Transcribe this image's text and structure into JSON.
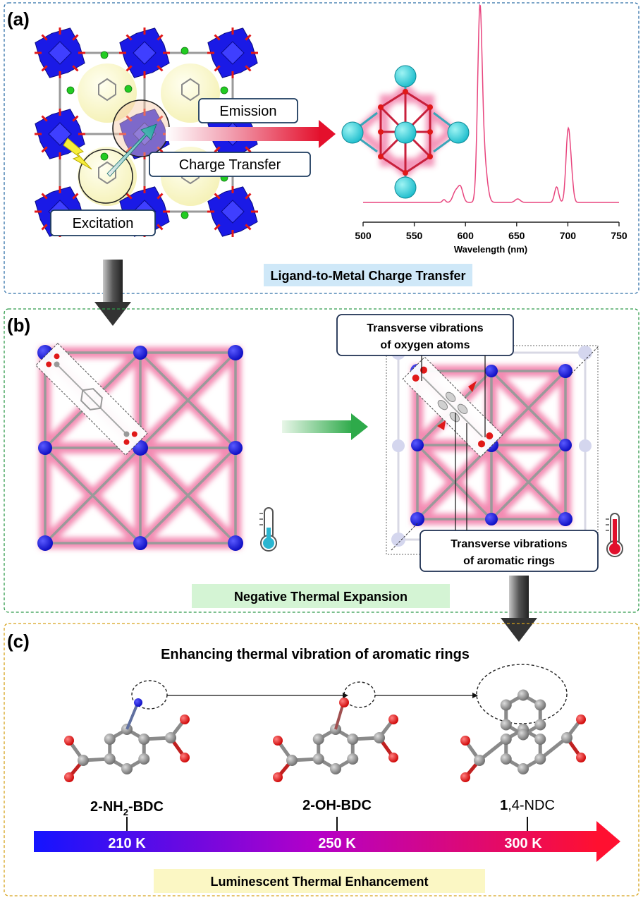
{
  "panel_a": {
    "label": "(a)",
    "emission_label": "Emission",
    "charge_transfer_label": "Charge Transfer",
    "excitation_label": "Excitation",
    "caption": "Ligand-to-Metal Charge Transfer",
    "spectrum": {
      "xlabel": "Wavelength (nm)",
      "xticks": [
        "500",
        "550",
        "600",
        "650",
        "700",
        "750"
      ],
      "xlim": [
        500,
        750
      ],
      "line_color": "#e8457e"
    }
  },
  "panel_b": {
    "label": "(b)",
    "callout_oxygen_line1": "Transverse vibrations",
    "callout_oxygen_line2": "of  oxygen atoms",
    "callout_rings_line1": "Transverse vibrations",
    "callout_rings_line2": "of aromatic rings",
    "caption": "Negative Thermal Expansion"
  },
  "panel_c": {
    "label": "(c)",
    "heading": "Enhancing thermal vibration of aromatic rings",
    "molecule_1_prefix": "2-NH",
    "molecule_1_sub": "2",
    "molecule_1_suffix": "-BDC",
    "molecule_2": "2-OH-BDC",
    "molecule_3_bold": "1",
    "molecule_3_rest": ",4-NDC",
    "temp_1": "210 K",
    "temp_2": "250 K",
    "temp_3": "300 K",
    "caption": "Luminescent Thermal Enhancement"
  },
  "colors": {
    "metal_blue": "#1a1ae6",
    "oxygen_red": "#e01818",
    "nitrogen_blue": "#2222dd",
    "carbon_grey": "#8a8a8a",
    "panel_a_border": "#2f6fa8",
    "panel_b_border": "#2f9a4a",
    "panel_c_border": "#d6a21a",
    "caption_a_bg": "#cfe8f8",
    "caption_b_bg": "#d4f4d4",
    "caption_c_bg": "#fbf7c4"
  }
}
